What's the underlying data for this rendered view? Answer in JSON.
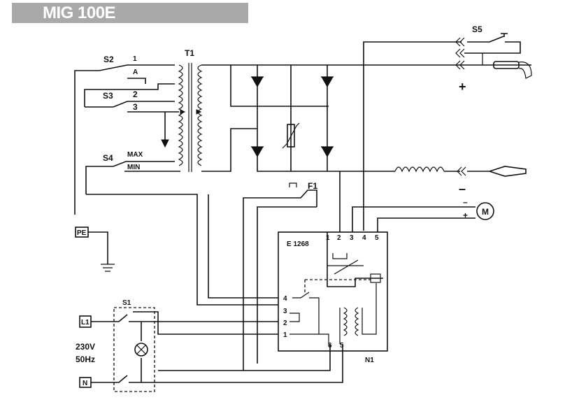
{
  "title": "MIG 100E",
  "labels": {
    "transformer": "T1",
    "switch_s2": "S2",
    "s2_tap1": "1",
    "s2_tapA": "A",
    "switch_s3": "S3",
    "s3_tap2": "2",
    "s3_tap3": "3",
    "switch_s4": "S4",
    "s4_max": "MAX",
    "s4_min": "MIN",
    "switch_s5": "S5",
    "fuse": "F1",
    "board": "E 1268",
    "board_id": "N1",
    "main_switch": "S1",
    "line": "L1",
    "neutral": "N",
    "voltage": "230V",
    "frequency": "50Hz",
    "earth": "PE",
    "motor": "M",
    "plus": "+",
    "minus": "–",
    "motor_minus": "–",
    "motor_plus": "+",
    "term_top_1": "1",
    "term_top_2": "2",
    "term_top_3": "3",
    "term_top_4": "4",
    "term_top_5": "5",
    "term_left_4": "4",
    "term_left_3": "3",
    "term_left_2": "2",
    "term_left_1": "1",
    "term_bottom_6": "6",
    "term_bottom_5": "5"
  }
}
